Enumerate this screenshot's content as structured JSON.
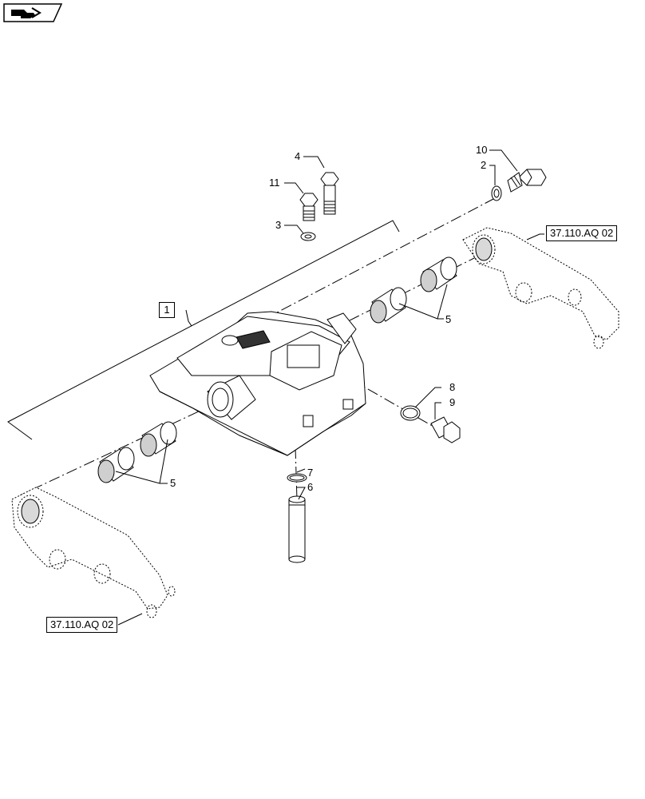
{
  "callouts": {
    "c1": "1",
    "c2": "2",
    "c3": "3",
    "c4": "4",
    "c5a": "5",
    "c5b": "5",
    "c6": "6",
    "c7": "7",
    "c8": "8",
    "c9": "9",
    "c10": "10",
    "c11": "11"
  },
  "references": {
    "ref_top": "37.110.AQ 02",
    "ref_bottom": "37.110.AQ 02"
  },
  "icons": {
    "nav": "arrow-hand-icon"
  },
  "colors": {
    "line": "#000000",
    "fill": "#ffffff",
    "shade": "#d9d9d9",
    "dark": "#333333"
  }
}
